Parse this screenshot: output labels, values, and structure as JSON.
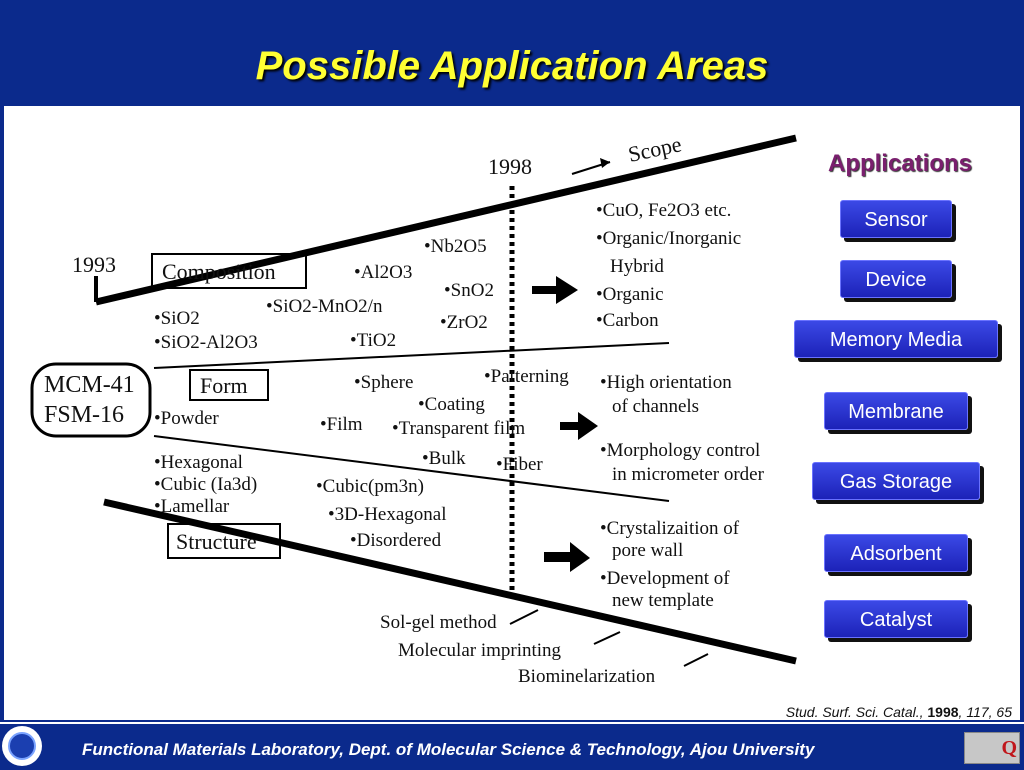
{
  "title": "Possible Application Areas",
  "diagram": {
    "years": {
      "start": "1993",
      "end": "1998"
    },
    "scope_label": "Scope",
    "boxes": {
      "composition": "Composition",
      "form": "Form",
      "structure": "Structure"
    },
    "materials": [
      "MCM-41",
      "FSM-16"
    ],
    "composition_items": [
      "•SiO2",
      "•SiO2-Al2O3",
      "•SiO2-MnO2/n",
      "•TiO2",
      "•Al2O3",
      "•Nb2O5",
      "•SnO2",
      "•ZrO2"
    ],
    "composition_results": [
      "•CuO, Fe2O3 etc.",
      "•Organic/Inorganic",
      "Hybrid",
      "•Organic",
      "•Carbon"
    ],
    "form_items": [
      "•Powder",
      "•Film",
      "•Sphere",
      "•Coating",
      "•Transparent film",
      "•Patterning",
      "•Bulk",
      "•Fiber"
    ],
    "form_results": [
      "•High orientation",
      "of channels",
      "•Morphology control",
      "in micrometer order"
    ],
    "structure_items": [
      "•Hexagonal",
      "•Cubic (Ia3d)",
      "•Lamellar",
      "•Cubic(pm3n)",
      "•3D-Hexagonal",
      "•Disordered"
    ],
    "structure_results": [
      "•Crystalizaition of",
      "pore wall",
      "•Development of",
      "new template"
    ],
    "methods": [
      "Sol-gel method",
      "Molecular imprinting",
      "Biominelarization"
    ]
  },
  "applications": {
    "title": "Applications",
    "items": [
      "Sensor",
      "Device",
      "Memory Media",
      "Membrane",
      "Gas Storage",
      "Adsorbent",
      "Catalyst"
    ]
  },
  "citation": {
    "journal": "Stud. Surf. Sci. Catal.,",
    "year": "1998",
    "rest": ", 117, 65"
  },
  "footer": {
    "text": "Functional Materials Laboratory, Dept. of Molecular Science & Technology, Ajou University",
    "logo_right_mark": "Q"
  },
  "colors": {
    "background": "#0b2a8c",
    "title": "#ffff33",
    "applications_title": "#7a1f6e",
    "button": "#2a32d0"
  }
}
